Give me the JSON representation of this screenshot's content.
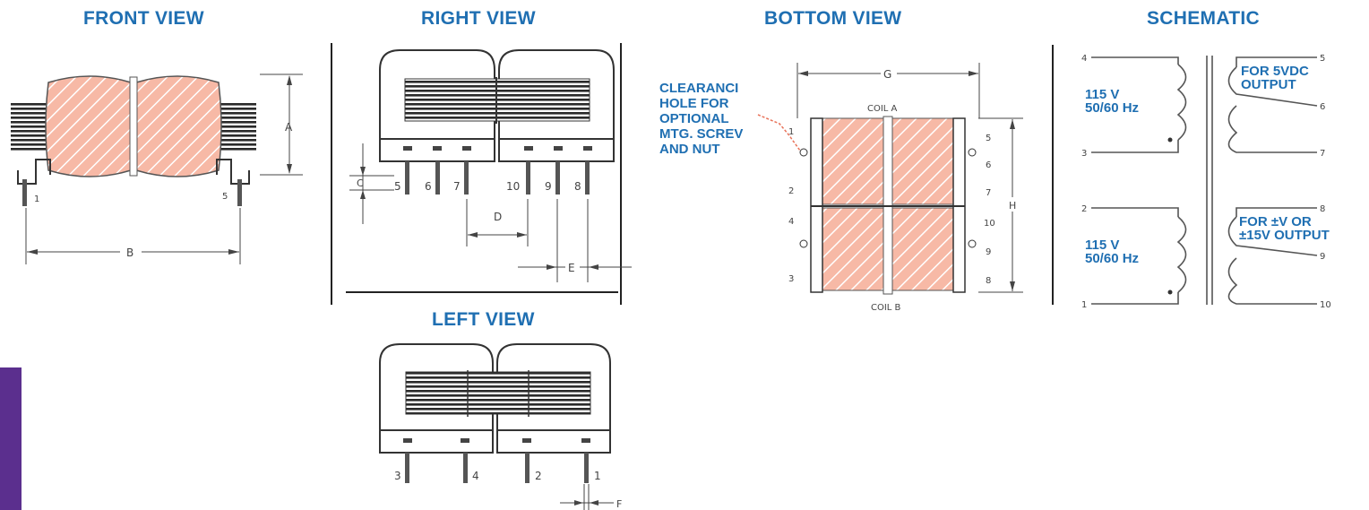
{
  "titles": {
    "front": "FRONT VIEW",
    "right": "RIGHT VIEW",
    "bottom": "BOTTOM VIEW",
    "schematic": "SCHEMATIC",
    "left": "LEFT VIEW"
  },
  "callout": [
    "CLEARANCI",
    "HOLE FOR",
    "OPTIONAL",
    "MTG. SCREV",
    "AND NUT"
  ],
  "schematic": {
    "primary_top": [
      "115 V",
      "50/60 Hz"
    ],
    "primary_bottom": [
      "115 V",
      "50/60 Hz"
    ],
    "secondary_top": [
      "FOR 5VDC",
      "OUTPUT"
    ],
    "secondary_bottom": [
      "FOR ±V OR",
      "±15V OUTPUT"
    ],
    "pins": [
      "4",
      "3",
      "2",
      "1",
      "5",
      "6",
      "7",
      "8",
      "9",
      "10"
    ]
  },
  "front": {
    "dims": [
      "A",
      "B"
    ],
    "pins": [
      "1",
      "5"
    ]
  },
  "right": {
    "dims": [
      "C",
      "D",
      "E"
    ],
    "pins": [
      "5",
      "6",
      "7",
      "10",
      "9",
      "8"
    ]
  },
  "bottom": {
    "dims": [
      "G",
      "H"
    ],
    "coils": [
      "COIL A",
      "COIL B"
    ],
    "pins_left": [
      "1",
      "2",
      "4",
      "3"
    ],
    "pins_right": [
      "5",
      "6",
      "7",
      "10",
      "9",
      "8"
    ]
  },
  "left": {
    "dims": [
      "F"
    ],
    "pins": [
      "3",
      "4",
      "2",
      "1"
    ]
  },
  "colors": {
    "accent": "#1f6fb2",
    "hatch": "#e8735a",
    "tab": "#5b2f8e"
  }
}
